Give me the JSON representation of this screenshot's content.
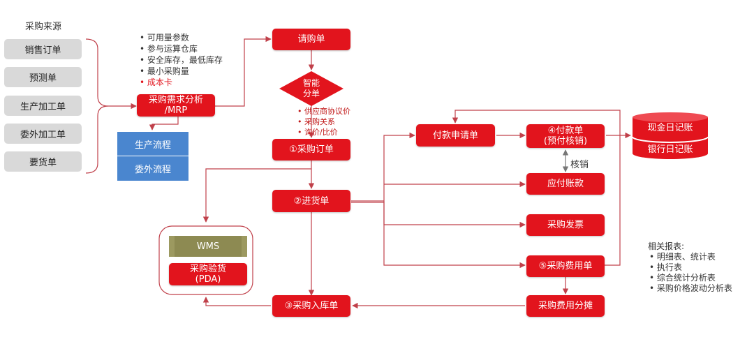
{
  "sources_title": "采购来源",
  "sources": [
    "销售订单",
    "预测单",
    "生产加工单",
    "委外加工单",
    "要货单"
  ],
  "mrp_params": [
    {
      "text": "可用量参数",
      "highlight": false
    },
    {
      "text": "参与运算仓库",
      "highlight": false
    },
    {
      "text": "安全库存，最低库存",
      "highlight": false
    },
    {
      "text": "最小采购量",
      "highlight": false
    },
    {
      "text": "成本卡",
      "highlight": true
    }
  ],
  "mrp_box": {
    "line1": "采购需求分析",
    "line2": "/MRP"
  },
  "flows": [
    "生产流程",
    "委外流程"
  ],
  "requisition": "请购单",
  "smart_split": {
    "line1": "智能",
    "line2": "分单"
  },
  "split_rules": [
    "供应商协议价",
    "采购关系",
    "询价/比价"
  ],
  "purchase_order": "①采购订单",
  "receipt": "②进货单",
  "warehousing": "③采购入库单",
  "wms": "WMS",
  "pda": {
    "line1": "采购验货",
    "line2": "(PDA)"
  },
  "payment_request": "付款申请单",
  "payment": {
    "line1": "④付款单",
    "line2": "(预付核销)"
  },
  "writeoff": "核销",
  "payable": "应付账款",
  "invoice": "采购发票",
  "expense": "⑤采购费用单",
  "expense_alloc": "采购费用分摊",
  "journals": [
    "现金日记账",
    "银行日记账"
  ],
  "reports_title": "相关报表:",
  "reports": [
    "明细表、统计表",
    "执行表",
    "综合统计分析表",
    "采购价格波动分析表"
  ],
  "colors": {
    "accent": "#e2141d",
    "source_box": "#d9d9d9",
    "flow_box": "#4a86cf",
    "wms_box": "#8d8a52"
  }
}
